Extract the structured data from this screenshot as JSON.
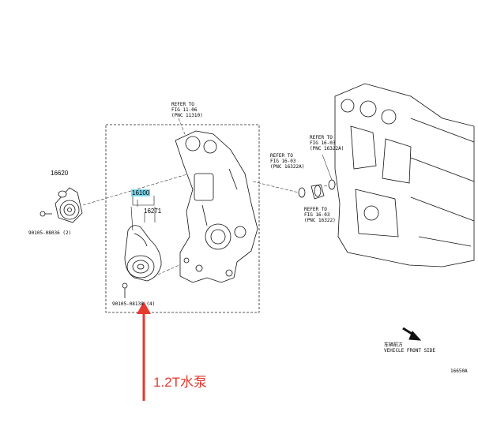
{
  "labels": {
    "refer_fig_11_06": {
      "line1": "REFER TO",
      "line2": "FIG 11-06",
      "line3": "(PNC 11310)"
    },
    "refer_fig_16_03_a": {
      "line1": "REFER TO",
      "line2": "FIG 16-03",
      "line3": "(PNC 16322A)"
    },
    "refer_fig_16_03_b": {
      "line1": "REFER TO",
      "line2": "FIG 16-03",
      "line3": "(PNC 16322A)"
    },
    "refer_fig_16_03_c": {
      "line1": "REFER TO",
      "line2": "FIG 16-03",
      "line3": "(PNC 16322)"
    },
    "part_16620": "16620",
    "part_bolt_left": "90105-08036 (2)",
    "part_16100": "16100",
    "part_16271": "16271",
    "part_bolt_center": "90105-08138 (4)",
    "front_label_cn": "车辆前方",
    "front_label_en": "VEHICLE FRONT SIDE",
    "figure_code": "16650A"
  },
  "annotation": {
    "text": "1.2T水泵",
    "color": "#e53a2f"
  },
  "colors": {
    "highlight": "#7fd6ea",
    "arrow": "#e53a2f",
    "line": "#111111"
  }
}
